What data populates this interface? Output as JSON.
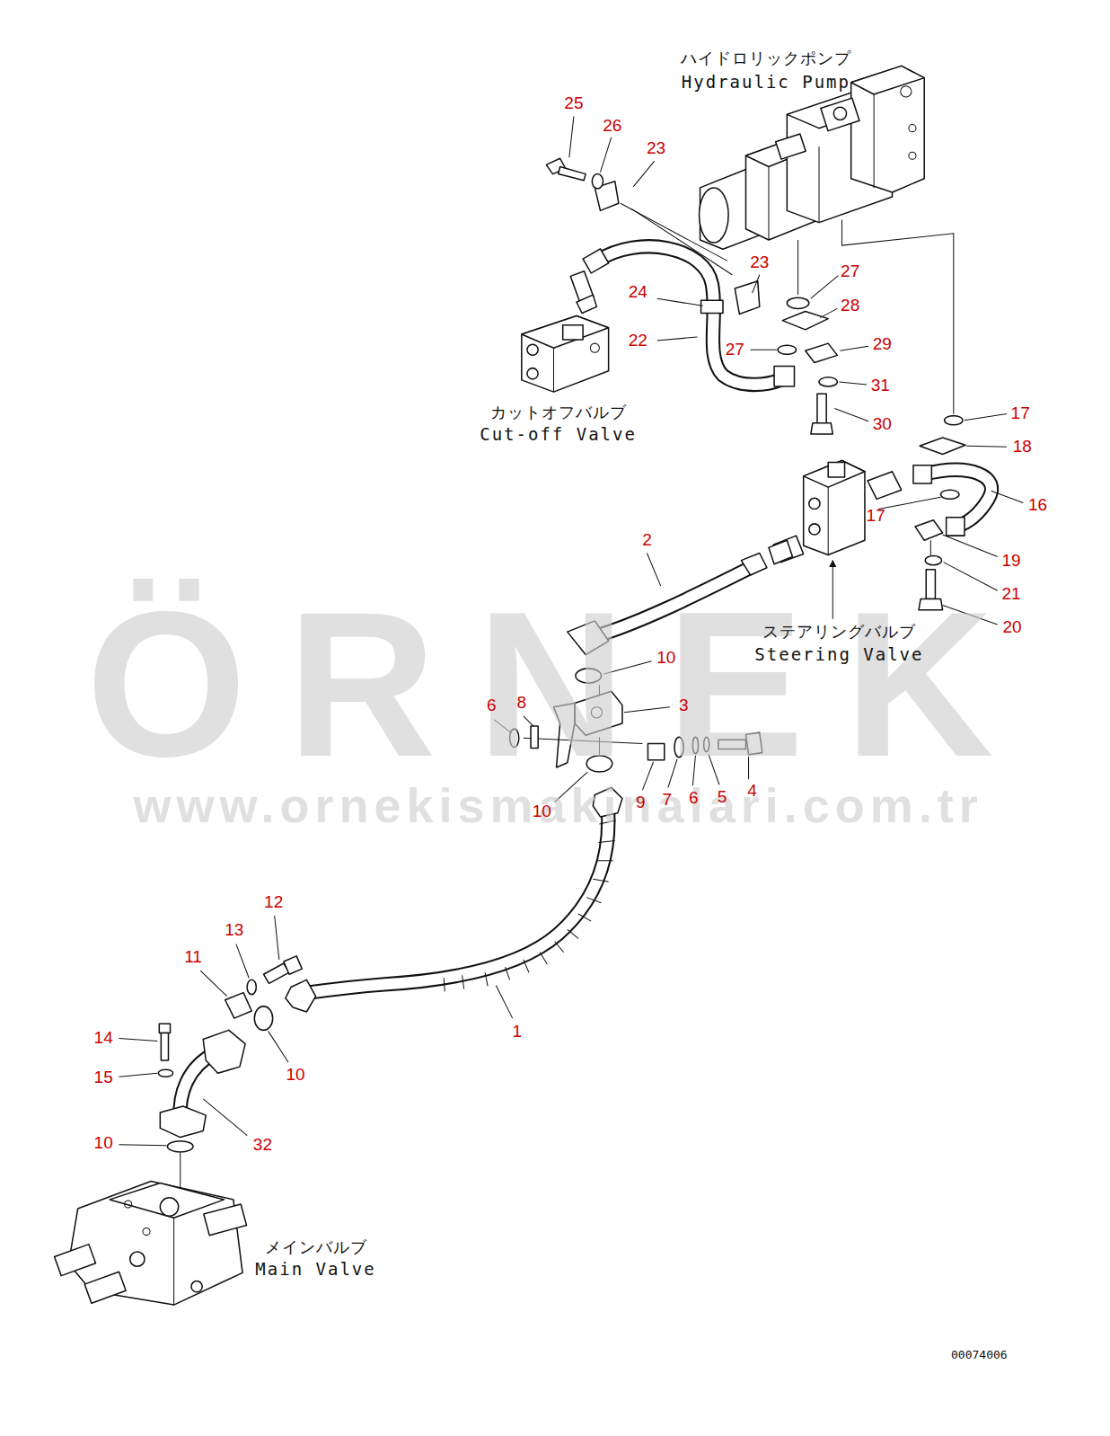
{
  "diagram": {
    "labels": [
      "ハイドロリックポンプ",
      "Hydraulic Pump",
      "25",
      "26",
      "23",
      "23",
      "27",
      "24",
      "28",
      "22",
      "29",
      "27",
      "31",
      "カットオフバルブ",
      "17",
      "30",
      "Cut-off Valve",
      "18",
      "16",
      "17",
      "2",
      "19",
      "21",
      "20",
      "ステアリングバルブ",
      "Steering Valve",
      "ÖRNEK",
      "10",
      "6",
      "8",
      "3",
      "4",
      "5",
      "6",
      "7",
      "9",
      "10",
      "www.ornekismakinalari.com.tr",
      "12",
      "13",
      "11",
      "1",
      "14",
      "10",
      "15",
      "10",
      "32",
      "メインバルブ",
      "Main Valve",
      "00074006"
    ]
  }
}
